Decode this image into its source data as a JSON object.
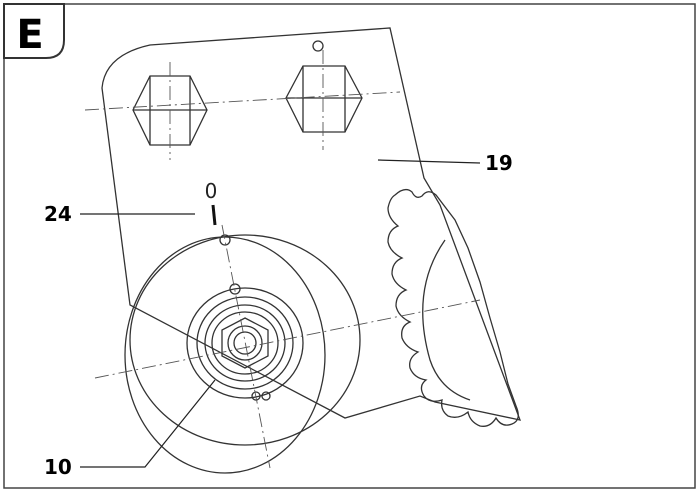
{
  "panel": {
    "letter": "E",
    "zero_mark": "0"
  },
  "callouts": {
    "plate": "19",
    "mark": "24",
    "nut": "10"
  }
}
